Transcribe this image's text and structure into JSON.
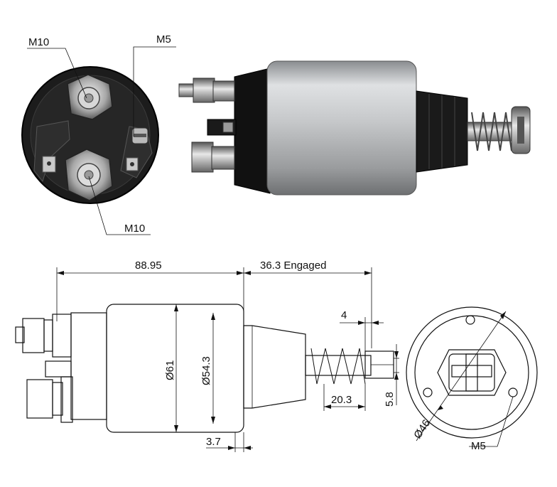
{
  "labels": {
    "top_m10_upper": "M10",
    "top_m5": "M5",
    "top_m10_lower": "M10",
    "dim_length": "88.95",
    "dim_engaged": "36.3 Engaged",
    "dim_diameter_61": "Ø61",
    "dim_diameter_54": "Ø54.3",
    "dim_4": "4",
    "dim_20": "20.3",
    "dim_5_8": "5.8",
    "dim_3_7": "3.7",
    "dim_diameter_46": "Ø46",
    "bottom_m5": "M5"
  }
}
